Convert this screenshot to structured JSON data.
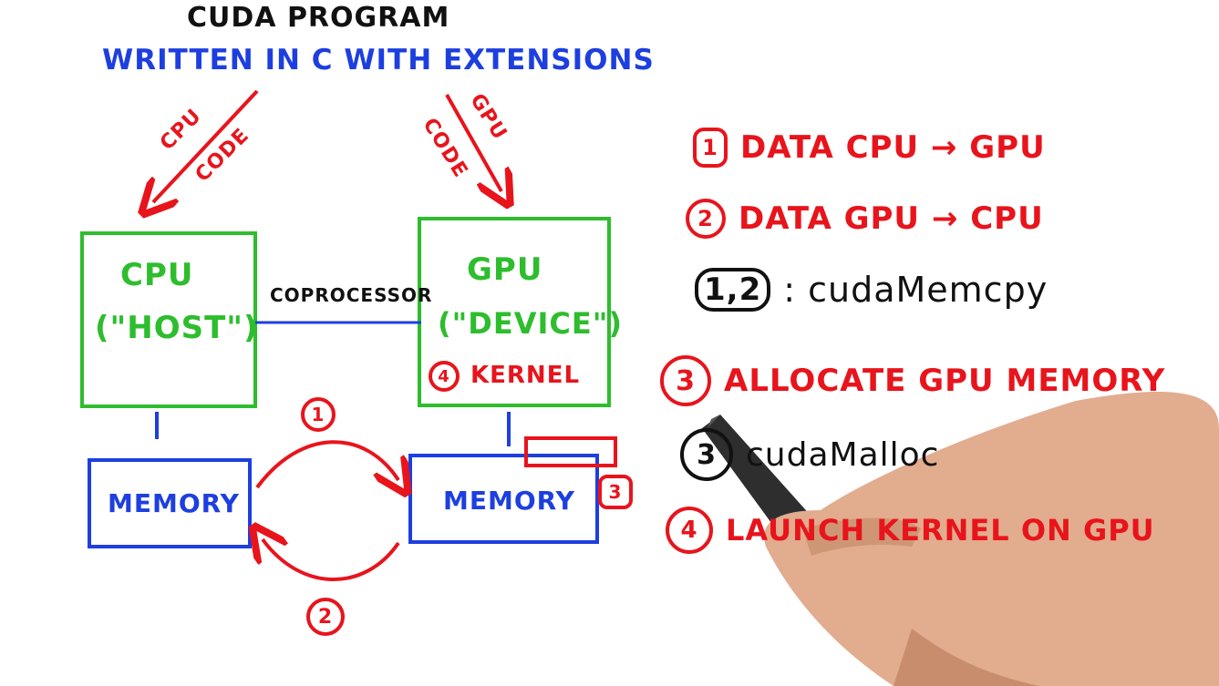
{
  "title": "CUDA PROGRAM",
  "subtitle": "WRITTEN IN C WITH EXTENSIONS",
  "arrows": {
    "cpu_code_a": "CPU",
    "cpu_code_b": "CODE",
    "gpu_code_a": "GPU",
    "gpu_code_b": "CODE"
  },
  "host": {
    "name": "CPU",
    "role": "(\"HOST\")"
  },
  "device": {
    "name": "GPU",
    "role": "(\"DEVICE\")",
    "kernel_num": "4",
    "kernel_label": "KERNEL"
  },
  "link_label": "COPROCESSOR",
  "memory_left": "MEMORY",
  "memory_right": "MEMORY",
  "transfer": {
    "top": "1",
    "bottom": "2",
    "alloc": "3"
  },
  "steps": [
    {
      "num": "1",
      "text": "DATA CPU → GPU",
      "color": "#e8141c"
    },
    {
      "num": "2",
      "text": "DATA  GPU → CPU",
      "color": "#e8141c"
    },
    {
      "num": "1,2",
      "text": ": cudaMemcpy",
      "color": "#111111"
    },
    {
      "num": "3",
      "text": "ALLOCATE GPU MEMORY",
      "color": "#e8141c"
    },
    {
      "num": "3",
      "text": "cudaMalloc",
      "color": "#111111"
    },
    {
      "num": "4",
      "text": "LAUNCH KERNEL ON GPU",
      "color": "#e8141c"
    }
  ],
  "colors": {
    "red": "#e8141c",
    "blue": "#1d3fe0",
    "green": "#2dbd2d",
    "black": "#111111"
  }
}
